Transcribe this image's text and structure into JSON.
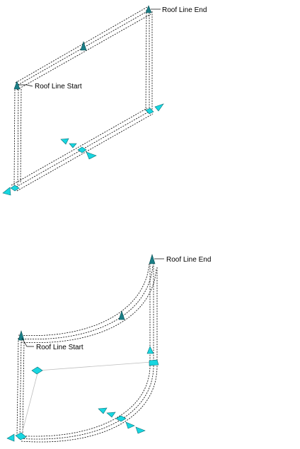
{
  "figure_top": {
    "label_end": "Roof Line End",
    "label_start": "Roof Line Start"
  },
  "figure_bottom": {
    "label_end": "Roof Line End",
    "label_start": "Roof Line Start"
  }
}
